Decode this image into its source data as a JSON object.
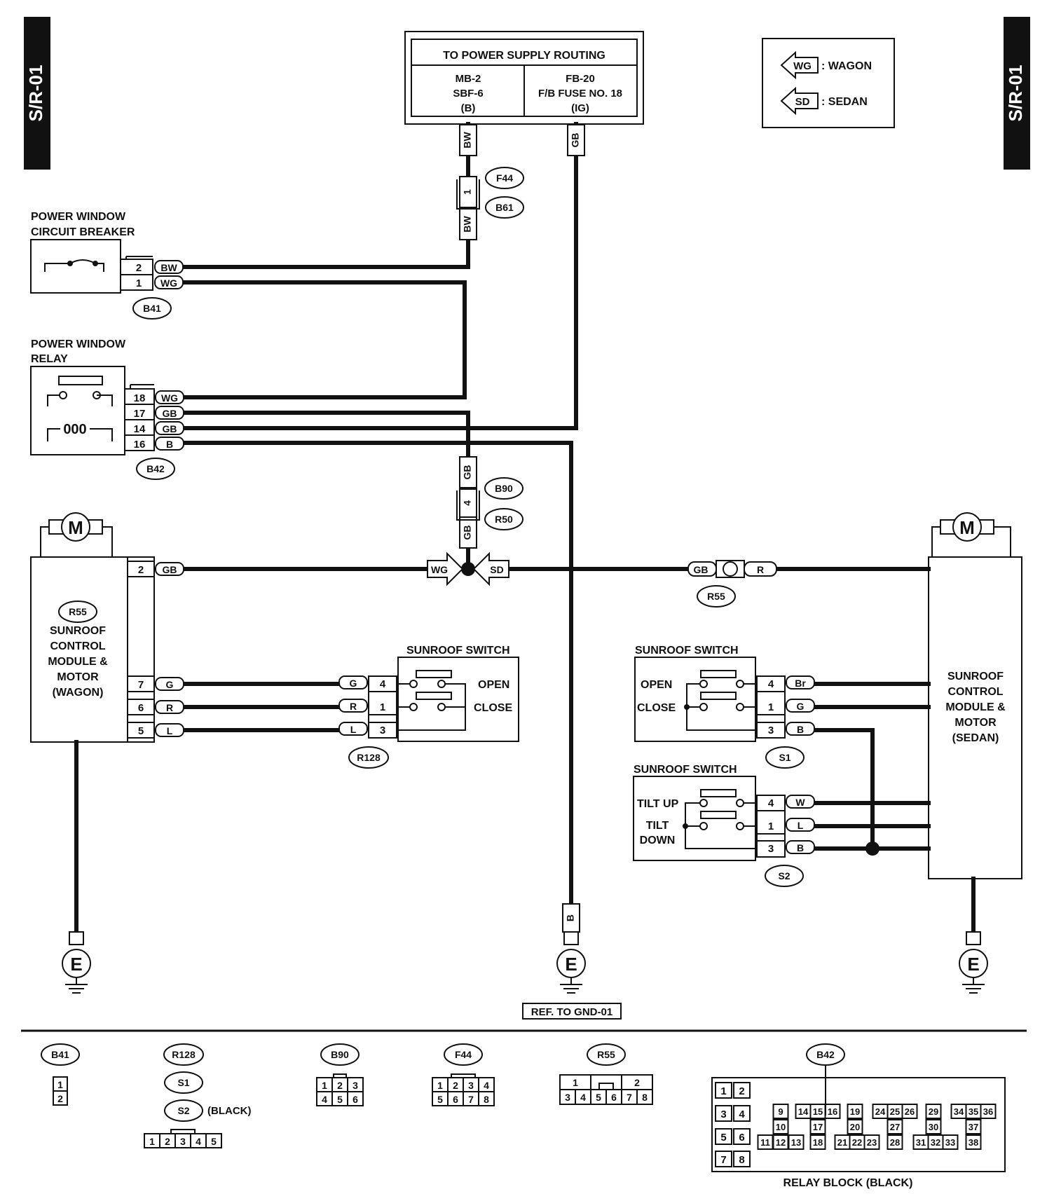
{
  "page_code": "S/R-01",
  "legend": {
    "wagon_code": "WG",
    "wagon_label": ": WAGON",
    "sedan_code": "SD",
    "sedan_label": ": SEDAN"
  },
  "power_supply": {
    "title": "TO POWER SUPPLY ROUTING",
    "left": [
      "MB-2",
      "SBF-6",
      "(B)"
    ],
    "right": [
      "FB-20",
      "F/B FUSE NO. 18",
      "(IG)"
    ]
  },
  "circuit_breaker": {
    "title_1": "POWER WINDOW",
    "title_2": "CIRCUIT BREAKER",
    "connector": "B41",
    "pins": [
      {
        "pin": "2",
        "color": "BW"
      },
      {
        "pin": "1",
        "color": "WG"
      }
    ]
  },
  "relay": {
    "title_1": "POWER WINDOW",
    "title_2": "RELAY",
    "connector": "B42",
    "coil": "000",
    "pins": [
      {
        "pin": "18",
        "color": "WG"
      },
      {
        "pin": "17",
        "color": "GB"
      },
      {
        "pin": "14",
        "color": "GB"
      },
      {
        "pin": "16",
        "color": "B"
      }
    ]
  },
  "wires": {
    "bw": "BW",
    "gb": "GB",
    "b": "B",
    "r": "R",
    "wg": "WG",
    "sd": "SD"
  },
  "joint_connectors": {
    "f44": "F44",
    "b61": "B61",
    "f44_pin": "1",
    "b90": "B90",
    "r50": "R50",
    "b90_pin": "4",
    "r55": "R55"
  },
  "wagon_module": {
    "code": "R55",
    "lines": [
      "SUNROOF",
      "CONTROL",
      "MODULE &",
      "MOTOR",
      "(WAGON)"
    ],
    "pins": [
      {
        "pin": "2",
        "color": "GB"
      },
      {
        "pin": "7",
        "color": "G"
      },
      {
        "pin": "6",
        "color": "R"
      },
      {
        "pin": "5",
        "color": "L"
      }
    ]
  },
  "motor_symbol": "M",
  "sunroof_switch_wagon": {
    "title": "SUNROOF SWITCH",
    "connector": "R128",
    "open": "OPEN",
    "close": "CLOSE",
    "pins": [
      {
        "pin": "4",
        "color": "G"
      },
      {
        "pin": "1",
        "color": "R"
      },
      {
        "pin": "3",
        "color": "L"
      }
    ]
  },
  "sunroof_switch_s1": {
    "title": "SUNROOF SWITCH",
    "connector": "S1",
    "open": "OPEN",
    "close": "CLOSE",
    "pins": [
      {
        "pin": "4",
        "color": "Br"
      },
      {
        "pin": "1",
        "color": "G"
      },
      {
        "pin": "3",
        "color": "B"
      }
    ]
  },
  "sunroof_switch_s2": {
    "title": "SUNROOF SWITCH",
    "connector": "S2",
    "tilt_up": "TILT UP",
    "tilt_down_1": "TILT",
    "tilt_down_2": "DOWN",
    "pins": [
      {
        "pin": "4",
        "color": "W"
      },
      {
        "pin": "1",
        "color": "L"
      },
      {
        "pin": "3",
        "color": "B"
      }
    ]
  },
  "sedan_module": {
    "lines": [
      "SUNROOF",
      "CONTROL",
      "MODULE &",
      "MOTOR",
      "(SEDAN)"
    ]
  },
  "ground": {
    "symbol": "E",
    "ref": "REF. TO GND-01"
  },
  "connector_views": {
    "b41": {
      "code": "B41",
      "pins": [
        "1",
        "2"
      ]
    },
    "r128": {
      "code": "R128",
      "s1": "S1",
      "s2": "S2",
      "note": "(BLACK)",
      "pins": [
        "1",
        "2",
        "3",
        "4",
        "5"
      ]
    },
    "b90": {
      "code": "B90",
      "pins": [
        "1",
        "2",
        "3",
        "4",
        "5",
        "6"
      ]
    },
    "f44": {
      "code": "F44",
      "pins": [
        "1",
        "2",
        "3",
        "4",
        "5",
        "6",
        "7",
        "8"
      ]
    },
    "r55": {
      "code": "R55",
      "pins": [
        "1",
        "2",
        "3",
        "4",
        "5",
        "6",
        "7",
        "8"
      ]
    },
    "b42": {
      "code": "B42",
      "label": "RELAY BLOCK (BLACK)",
      "pins": [
        "1",
        "2",
        "3",
        "4",
        "5",
        "6",
        "7",
        "8",
        "9",
        "10",
        "11",
        "12",
        "13",
        "14",
        "15",
        "16",
        "17",
        "18",
        "19",
        "20",
        "21",
        "22",
        "23",
        "24",
        "25",
        "26",
        "27",
        "28",
        "29",
        "30",
        "31",
        "32",
        "33",
        "34",
        "35",
        "36",
        "37",
        "38"
      ]
    }
  }
}
